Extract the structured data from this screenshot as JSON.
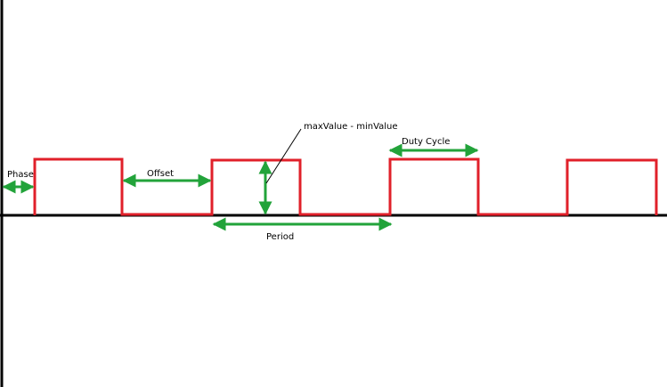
{
  "labels": {
    "phase": "Phase",
    "offset": "Offset",
    "amplitude": "maxValue - minValue",
    "duty_cycle": "Duty Cycle",
    "period": "Period"
  },
  "colors": {
    "background": "#ffffff",
    "axis": "#000000",
    "waveform": "#e0202a",
    "annotation_arrow": "#22a33a",
    "leader_line": "#000000",
    "text": "#000000"
  }
}
